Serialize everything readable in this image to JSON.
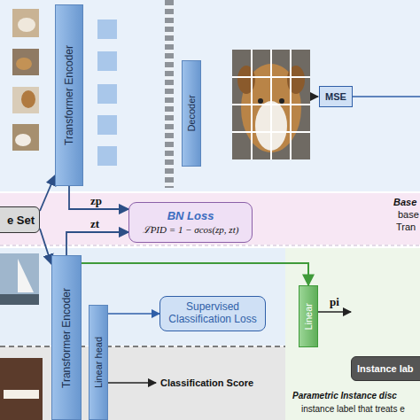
{
  "diagram": {
    "nodes": [
      {
        "text": [
          "Transformer Encoder"
        ]
      },
      {
        "text": [
          "Decoder"
        ]
      },
      {
        "text": [
          "MSE"
        ]
      },
      {
        "text": [
          "e Set"
        ]
      },
      {
        "text": [
          "BN Loss",
          "ℒPID = 1 − σcos(zp, zt)"
        ]
      },
      {
        "text": [
          "Transformer Encoder"
        ]
      },
      {
        "text": [
          "Linear head"
        ]
      },
      {
        "text": [
          "Supervised Classification Loss"
        ]
      },
      {
        "text": [
          "Linear"
        ]
      },
      {
        "text": [
          "Instance lab"
        ]
      }
    ],
    "edges": [
      {
        "from": 3,
        "to": 0,
        "arrow": "to"
      },
      {
        "from": 3,
        "to": 5,
        "arrow": "to"
      },
      {
        "from": 0,
        "to": 4,
        "label": "zp",
        "arrow": "to"
      },
      {
        "from": 5,
        "to": 4,
        "label": "zt",
        "arrow": "to"
      },
      {
        "from": 6,
        "to": 7,
        "arrow": "to"
      },
      {
        "from": 5,
        "to": 8,
        "arrow": "to"
      }
    ],
    "labels": [
      "Base",
      "base",
      "Tran",
      "Classification Score",
      "pi",
      "Parametric Instance disc",
      "instance label that treats e"
    ]
  }
}
